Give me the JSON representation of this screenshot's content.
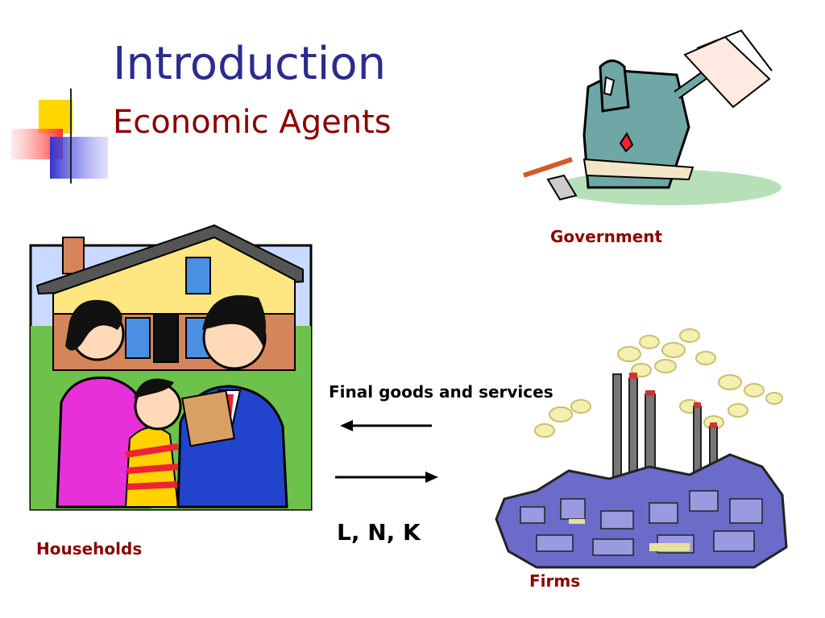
{
  "slide": {
    "title": "Introduction",
    "subtitle": "Economic Agents"
  },
  "agents": {
    "government": "Government",
    "households": "Households",
    "firms": "Firms"
  },
  "flows": {
    "goods": "Final goods and services",
    "factors": "L, N, K"
  },
  "icons": {
    "government": "government-official-illustration",
    "households": "household-family-illustration",
    "firms": "factory-illustration",
    "decoration": "corner-square-decoration"
  },
  "colors": {
    "title": "#2b2b8f",
    "subtitle": "#8b0000",
    "label": "#8b0000"
  }
}
